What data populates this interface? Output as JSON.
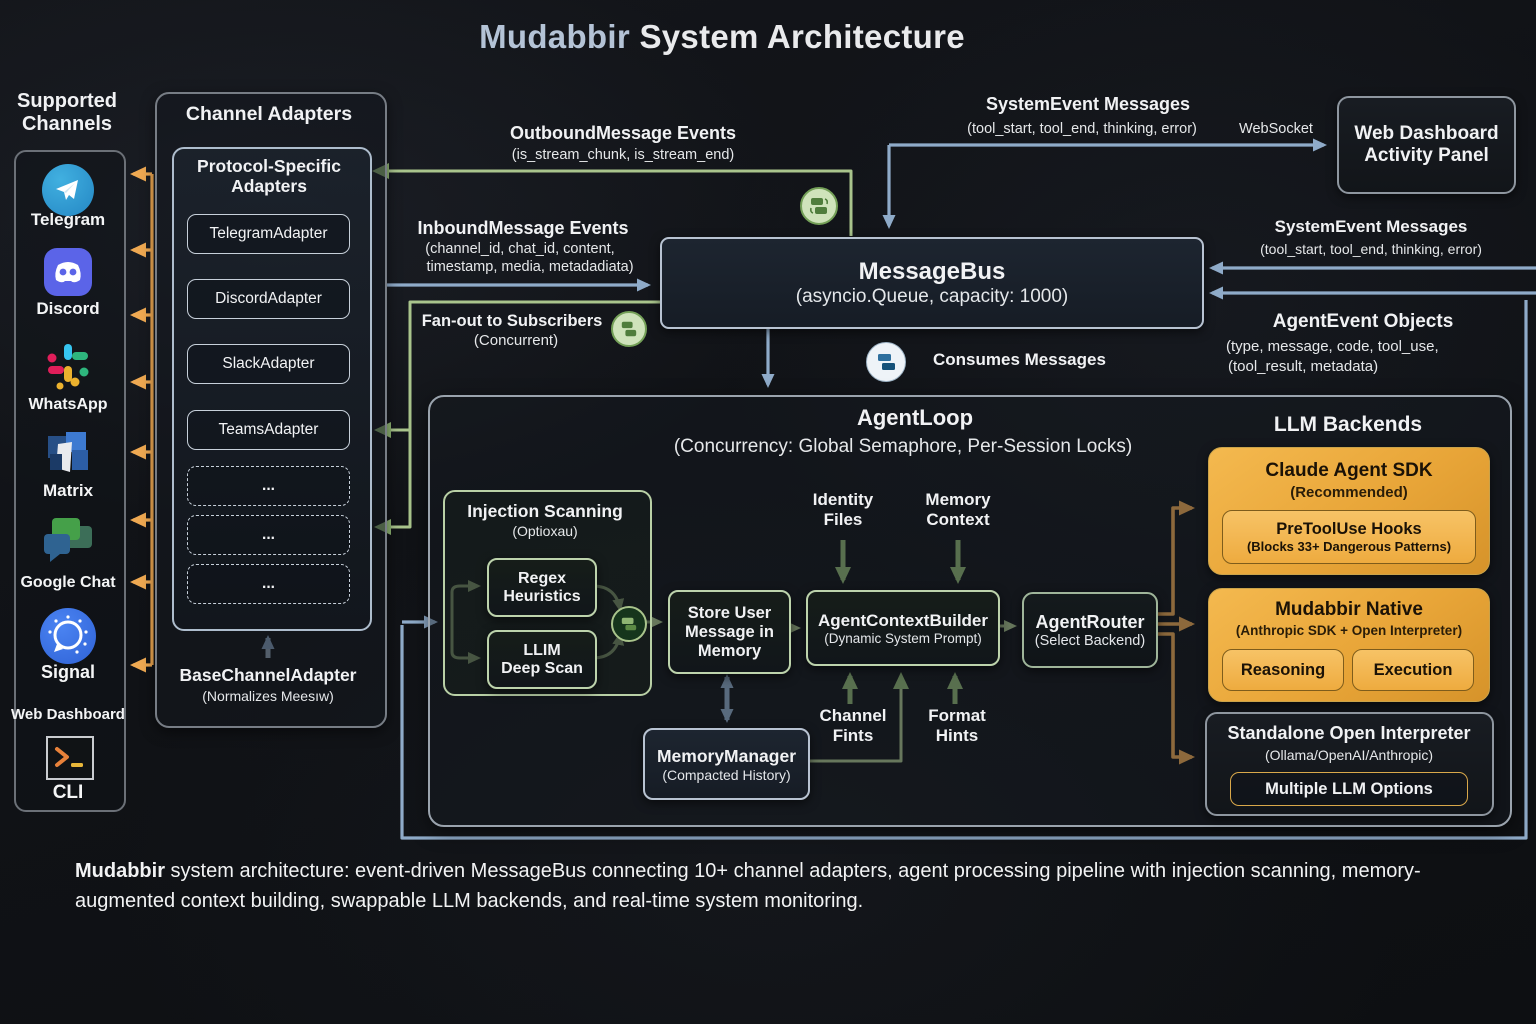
{
  "title": {
    "brand": "Mudabbir",
    "rest": " System Architecture"
  },
  "supported_channels": {
    "heading_line1": "Supported",
    "heading_line2": "Channels",
    "items": [
      {
        "label": "Telegram",
        "icon": "telegram-icon"
      },
      {
        "label": "Discord",
        "icon": "discord-icon"
      },
      {
        "label": "WhatsApp",
        "icon": "whatsapp-icon"
      },
      {
        "label": "Matrix",
        "icon": "matrix-icon"
      },
      {
        "label": "Google Chat",
        "icon": "google-chat-icon"
      },
      {
        "label": "Signal",
        "icon": "signal-icon"
      },
      {
        "label": "Web Dashboard",
        "icon": "none"
      },
      {
        "label": "CLI",
        "icon": "cli-icon"
      }
    ]
  },
  "channel_adapters": {
    "heading": "Channel Adapters",
    "protocol_heading_line1": "Protocol-Specific",
    "protocol_heading_line2": "Adapters",
    "adapters": [
      "TelegramAdapter",
      "DiscordAdapter",
      "SlackAdapter",
      "TeamsAdapter"
    ],
    "placeholders": [
      "...",
      "...",
      "..."
    ],
    "base_title": "BaseChannelAdapter",
    "base_subtitle": "(Normalizes Meesıw)"
  },
  "flows": {
    "outbound_title": "OutboundMessage Events",
    "outbound_subtitle": "(is_stream_chunk, is_stream_end)",
    "inbound_title": "InboundMessage Events",
    "inbound_subtitle1": "(channel_id, chat_id, content,",
    "inbound_subtitle2": "timestamp, media, metadadiata)",
    "fanout_title": "Fan-out to Subscribers",
    "fanout_subtitle": "(Concurrent)",
    "consumes": "Consumes Messages",
    "websocket": "WebSocket",
    "system_events_top_title": "SystemEvent Messages",
    "system_events_top_subtitle": "(tool_start, tool_end, thinking, error)",
    "system_events_right_title": "SystemEvent Messages",
    "system_events_right_subtitle": "(tool_start, tool_end, thinking, error)",
    "agent_events_title": "AgentEvent Objects",
    "agent_events_subtitle1": "(type, message, code, tool_use,",
    "agent_events_subtitle2": "(tool_result, metadata)"
  },
  "web_dashboard_panel": {
    "line1": "Web Dashboard",
    "line2": "Activity Panel"
  },
  "message_bus": {
    "title": "MessageBus",
    "subtitle": "(asyncio.Queue, capacity: 1000)"
  },
  "agent_loop": {
    "title": "AgentLoop",
    "subtitle": "(Concurrency: Global Semaphore, Per-Session Locks)",
    "injection_title": "Injection Scanning",
    "injection_subtitle": "(Optioxau)",
    "regex_line1": "Regex",
    "regex_line2": "Heuristics",
    "llm_line1": "LLIM",
    "llm_line2": "Deep Scan",
    "store_line1": "Store User",
    "store_line2": "Message in",
    "store_line3": "Memory",
    "context_builder_title": "AgentContextBuilder",
    "context_builder_subtitle": "(Dynamic System Prompt)",
    "identity_line1": "Identity",
    "identity_line2": "Files",
    "memory_line1": "Memory",
    "memory_line2": "Context",
    "channel_hints_line1": "Channel",
    "channel_hints_line2": "Fints",
    "format_hints_line1": "Format",
    "format_hints_line2": "Hints",
    "memory_manager_title": "MemoryManager",
    "memory_manager_subtitle": "(Compacted History)",
    "router_title": "AgentRouter",
    "router_subtitle": "(Select Backend)"
  },
  "llm_backends": {
    "heading": "LLM Backends",
    "claude_title": "Claude Agent SDK",
    "claude_subtitle": "(Recommended)",
    "claude_pill_title": "PreToolUse Hooks",
    "claude_pill_subtitle": "(Blocks 33+ Dangerous Patterns)",
    "native_title": "Mudabbir Native",
    "native_subtitle": "(Anthropic SDK + Open Interpreter)",
    "native_pill1": "Reasoning",
    "native_pill2": "Execution",
    "standalone_title": "Standalone Open Interpreter",
    "standalone_subtitle": "(Ollama/OpenAI/Anthropic)",
    "standalone_pill": "Multiple LLM Options"
  },
  "caption": {
    "bold": "Mudabbir",
    "rest": " system architecture: event-driven MessageBus connecting 10+ channel adapters, agent processing pipeline with injection scanning, memory-augmented context building, swappable LLM backends, and real-time system monitoring."
  },
  "colors": {
    "orange": "#efa952",
    "green": "#a9c48c",
    "blue": "#8fabc9",
    "gold": "#e8a538"
  }
}
